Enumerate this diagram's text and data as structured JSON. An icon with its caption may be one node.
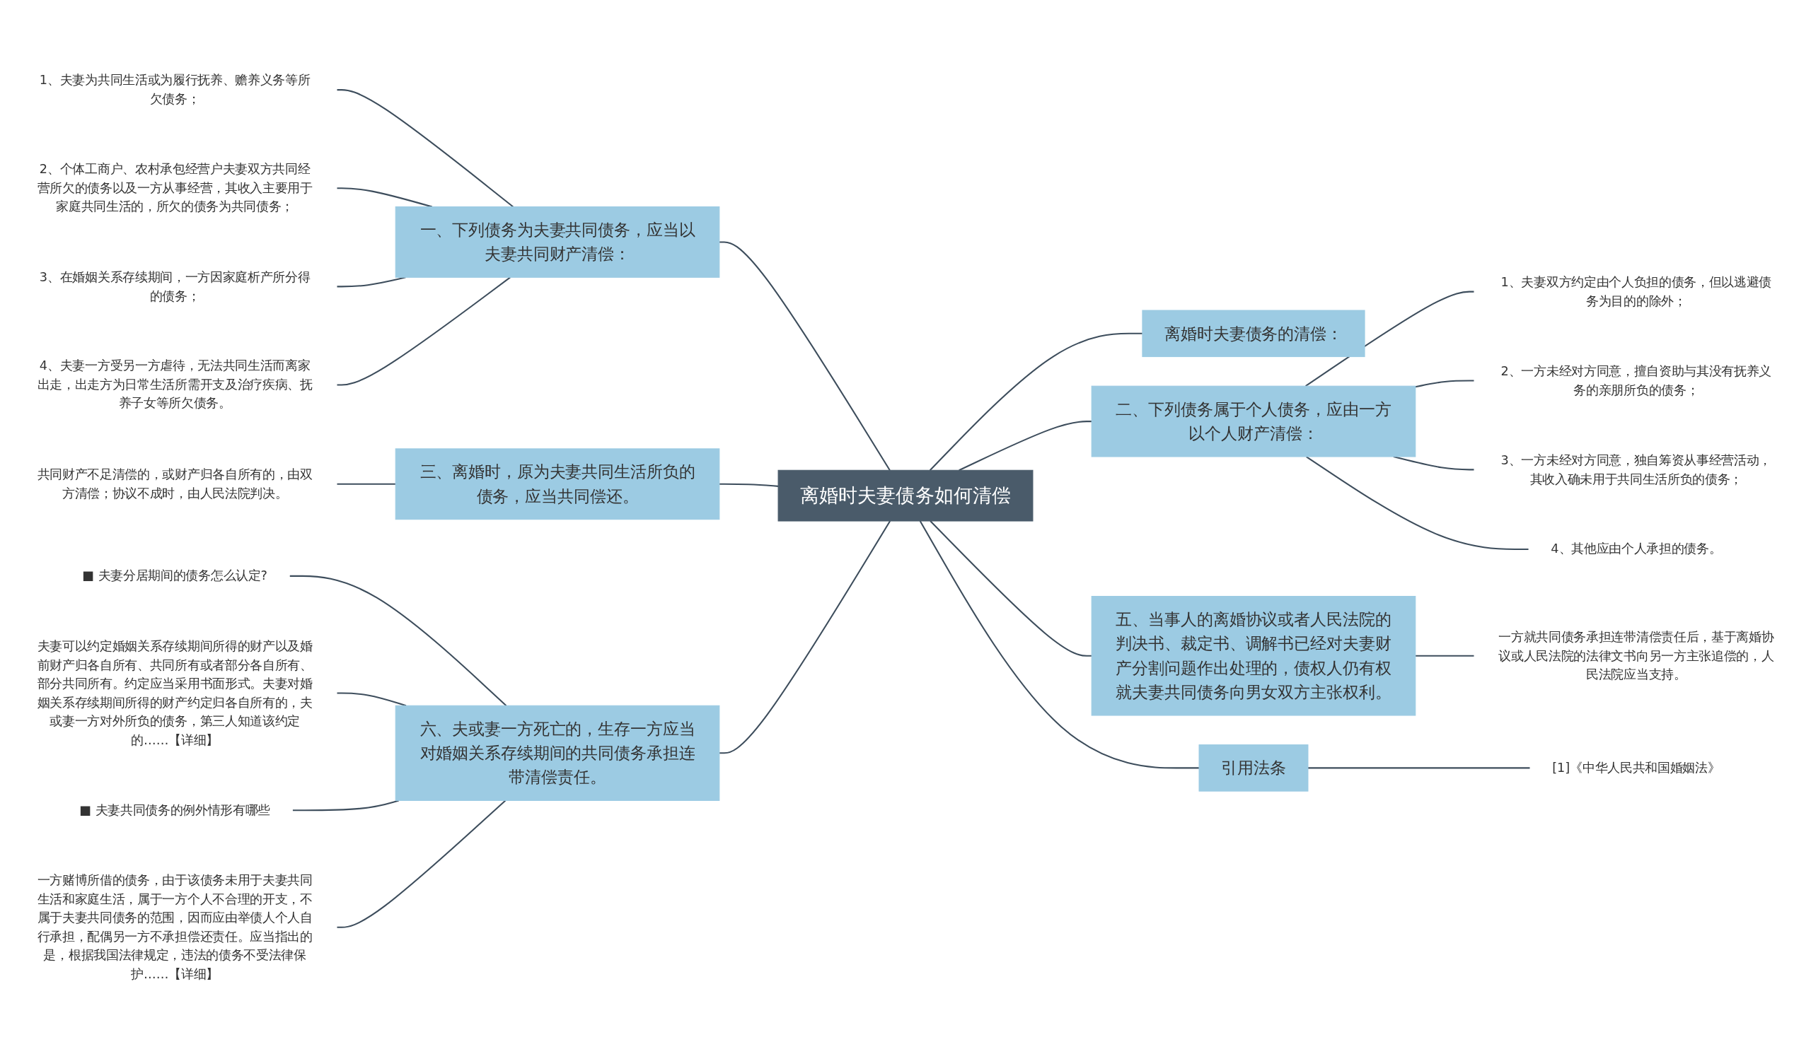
{
  "diagram": {
    "nodes": [
      {
        "text": [
          "离婚时夫妻债务如何清偿"
        ]
      },
      {
        "text": [
          "一、下列债务为夫妻共同债务，应当以夫妻共同财产清偿："
        ]
      },
      {
        "text": [
          "1、夫妻为共同生活或为履行抚养、赡养义务等所欠债务；"
        ]
      },
      {
        "text": [
          "2、个体工商户、农村承包经营户夫妻双方共同经营所欠的债务以及一方从事经营，其收入主要用于家庭共同生活的，所欠的债务为共同债务；"
        ]
      },
      {
        "text": [
          "3、在婚姻关系存续期间，一方因家庭析产所分得的债务；"
        ]
      },
      {
        "text": [
          "4、夫妻一方受另一方虐待，无法共同生活而离家出走，出走方为日常生活所需开支及治疗疾病、抚养子女等所欠债务。"
        ]
      },
      {
        "text": [
          "三、离婚时，原为夫妻共同生活所负的债务，应当共同偿还。"
        ]
      },
      {
        "text": [
          "共同财产不足清偿的，或财产归各自所有的，由双方清偿；协议不成时，由人民法院判决。"
        ]
      },
      {
        "text": [
          "六、夫或妻一方死亡的，生存一方应当对婚姻关系存续期间的共同债务承担连带清偿责任。"
        ]
      },
      {
        "text": [
          "■ 夫妻分居期间的债务怎么认定?"
        ]
      },
      {
        "text": [
          "夫妻可以约定婚姻关系存续期间所得的财产以及婚前财产归各自所有、共同所有或者部分各自所有、部分共同所有。约定应当采用书面形式。夫妻对婚姻关系存续期间所得的财产约定归各自所有的，夫或妻一方对外所负的债务，第三人知道该约定的……【详细】"
        ]
      },
      {
        "text": [
          "■ 夫妻共同债务的例外情形有哪些"
        ]
      },
      {
        "text": [
          "一方赌博所借的债务，由于该债务未用于夫妻共同生活和家庭生活，属于一方个人不合理的开支，不属于夫妻共同债务的范围，因而应由举债人个人自行承担，配偶另一方不承担偿还责任。应当指出的是，根据我国法律规定，违法的债务不受法律保护……【详细】"
        ]
      },
      {
        "text": [
          "离婚时夫妻债务的清偿："
        ]
      },
      {
        "text": [
          "二、下列债务属于个人债务，应由一方以个人财产清偿："
        ]
      },
      {
        "text": [
          "1、夫妻双方约定由个人负担的债务，但以逃避债务为目的的除外；"
        ]
      },
      {
        "text": [
          "2、一方未经对方同意，擅自资助与其没有抚养义务的亲朋所负的债务；"
        ]
      },
      {
        "text": [
          "3、一方未经对方同意，独自筹资从事经营活动，其收入确未用于共同生活所负的债务；"
        ]
      },
      {
        "text": [
          "4、其他应由个人承担的债务。"
        ]
      },
      {
        "text": [
          "五、当事人的离婚协议或者人民法院的判决书、裁定书、调解书已经对夫妻财产分割问题作出处理的，债权人仍有权就夫妻共同债务向男女双方主张权利。"
        ]
      },
      {
        "text": [
          "一方就共同债务承担连带清偿责任后，基于离婚协议或人民法院的法律文书向另一方主张追偿的，人民法院应当支持。"
        ]
      },
      {
        "text": [
          "引用法条"
        ]
      },
      {
        "text": [
          "[1]《中华人民共和国婚姻法》"
        ]
      }
    ],
    "edges": [
      {
        "from": 0,
        "to": 1,
        "arrow": "none"
      },
      {
        "from": 1,
        "to": 2,
        "arrow": "none"
      },
      {
        "from": 1,
        "to": 3,
        "arrow": "none"
      },
      {
        "from": 1,
        "to": 4,
        "arrow": "none"
      },
      {
        "from": 1,
        "to": 5,
        "arrow": "none"
      },
      {
        "from": 0,
        "to": 6,
        "arrow": "none"
      },
      {
        "from": 6,
        "to": 7,
        "arrow": "none"
      },
      {
        "from": 0,
        "to": 8,
        "arrow": "none"
      },
      {
        "from": 8,
        "to": 9,
        "arrow": "none"
      },
      {
        "from": 8,
        "to": 10,
        "arrow": "none"
      },
      {
        "from": 8,
        "to": 11,
        "arrow": "none"
      },
      {
        "from": 8,
        "to": 12,
        "arrow": "none"
      },
      {
        "from": 0,
        "to": 13,
        "arrow": "none"
      },
      {
        "from": 0,
        "to": 14,
        "arrow": "none"
      },
      {
        "from": 14,
        "to": 15,
        "arrow": "none"
      },
      {
        "from": 14,
        "to": 16,
        "arrow": "none"
      },
      {
        "from": 14,
        "to": 17,
        "arrow": "none"
      },
      {
        "from": 14,
        "to": 18,
        "arrow": "none"
      },
      {
        "from": 0,
        "to": 19,
        "arrow": "none"
      },
      {
        "from": 19,
        "to": 20,
        "arrow": "none"
      },
      {
        "from": 0,
        "to": 21,
        "arrow": "none"
      },
      {
        "from": 21,
        "to": 22,
        "arrow": "none"
      }
    ]
  }
}
